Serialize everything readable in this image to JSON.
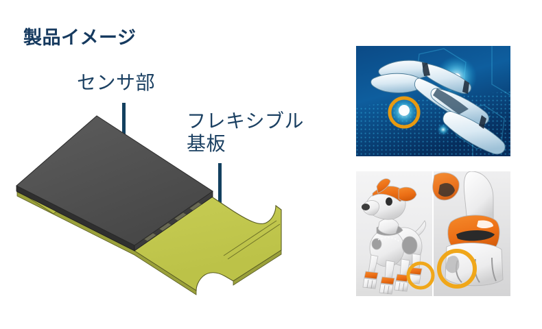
{
  "page": {
    "title": "製品イメージ",
    "background_color": "#ffffff",
    "heading_color": "#163a5f"
  },
  "callouts": [
    {
      "name": "sensor-part",
      "label": "センサ部",
      "leader_line_color": "#13405f"
    },
    {
      "name": "flexible-substrate",
      "label": "フレキシブル\n基板",
      "leader_line_color": "#13405f"
    }
  ],
  "illustration": {
    "name": "flexible-sensor-3d-view",
    "sensor_color": "#535353",
    "sensor_top_color": "#4f4f4f",
    "substrate_color": "#c7cd54",
    "substrate_edge_color": "#8d9231",
    "outline_color": "#3b3b22",
    "description": "センサ部とフレキシブル基板の3Dイメージ"
  },
  "photos": [
    {
      "name": "robot-hand-photo",
      "caption": "ロボットハンド指先",
      "background_color": "#0a4a86",
      "accent_color": "#0fb7e8",
      "highlight_ring_color": "#e89a10",
      "highlight_target": "指先センサ部"
    },
    {
      "name": "robot-dog-photo",
      "caption": "ロボット犬 足先",
      "background_color": "#ececed",
      "accent_color": "#ee7518",
      "highlight_ring_color": "#f0a71a",
      "highlight_target": "足裏センサ部"
    }
  ]
}
